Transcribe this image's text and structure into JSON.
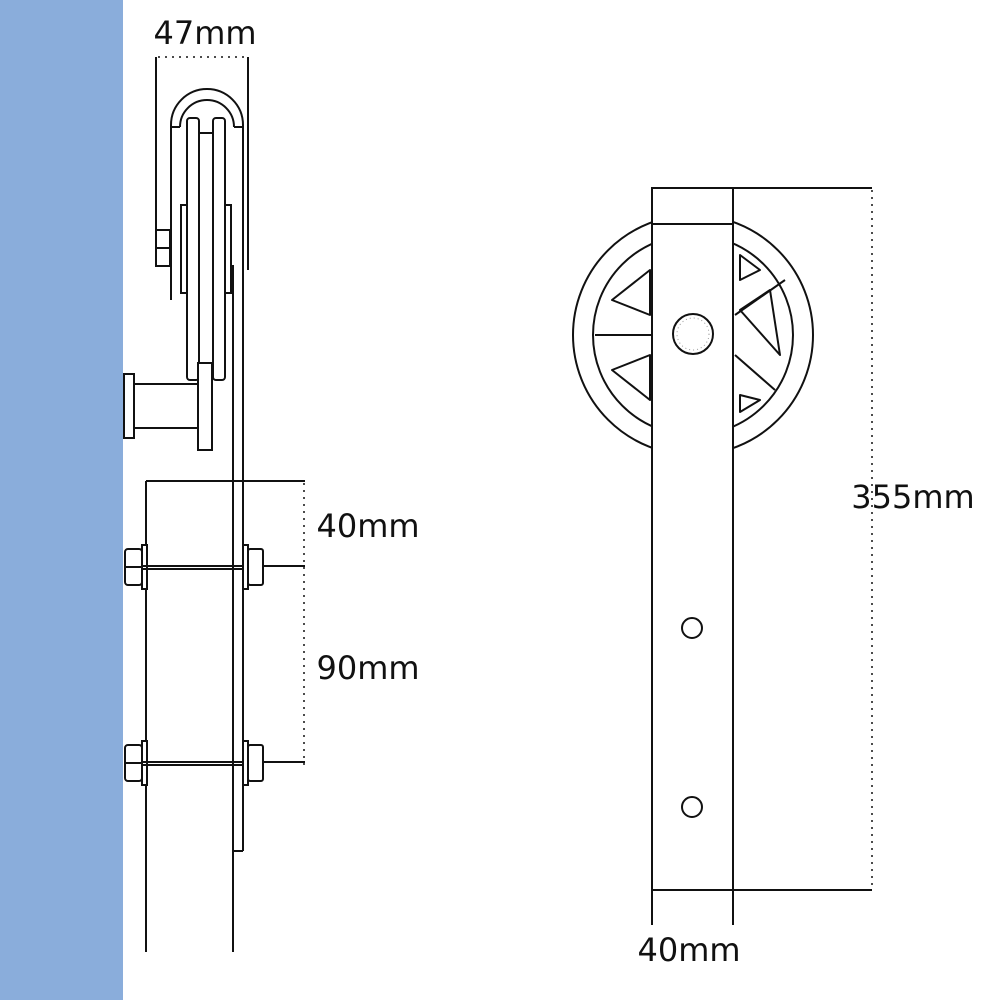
{
  "colors": {
    "wall": "#8aaddb",
    "line": "#111111"
  },
  "side_view": {
    "width_label": "47mm",
    "top_bolt_offset_label": "40mm",
    "bolt_spacing_label": "90mm"
  },
  "front_view": {
    "height_label": "355mm",
    "strap_width_label": "40mm"
  }
}
